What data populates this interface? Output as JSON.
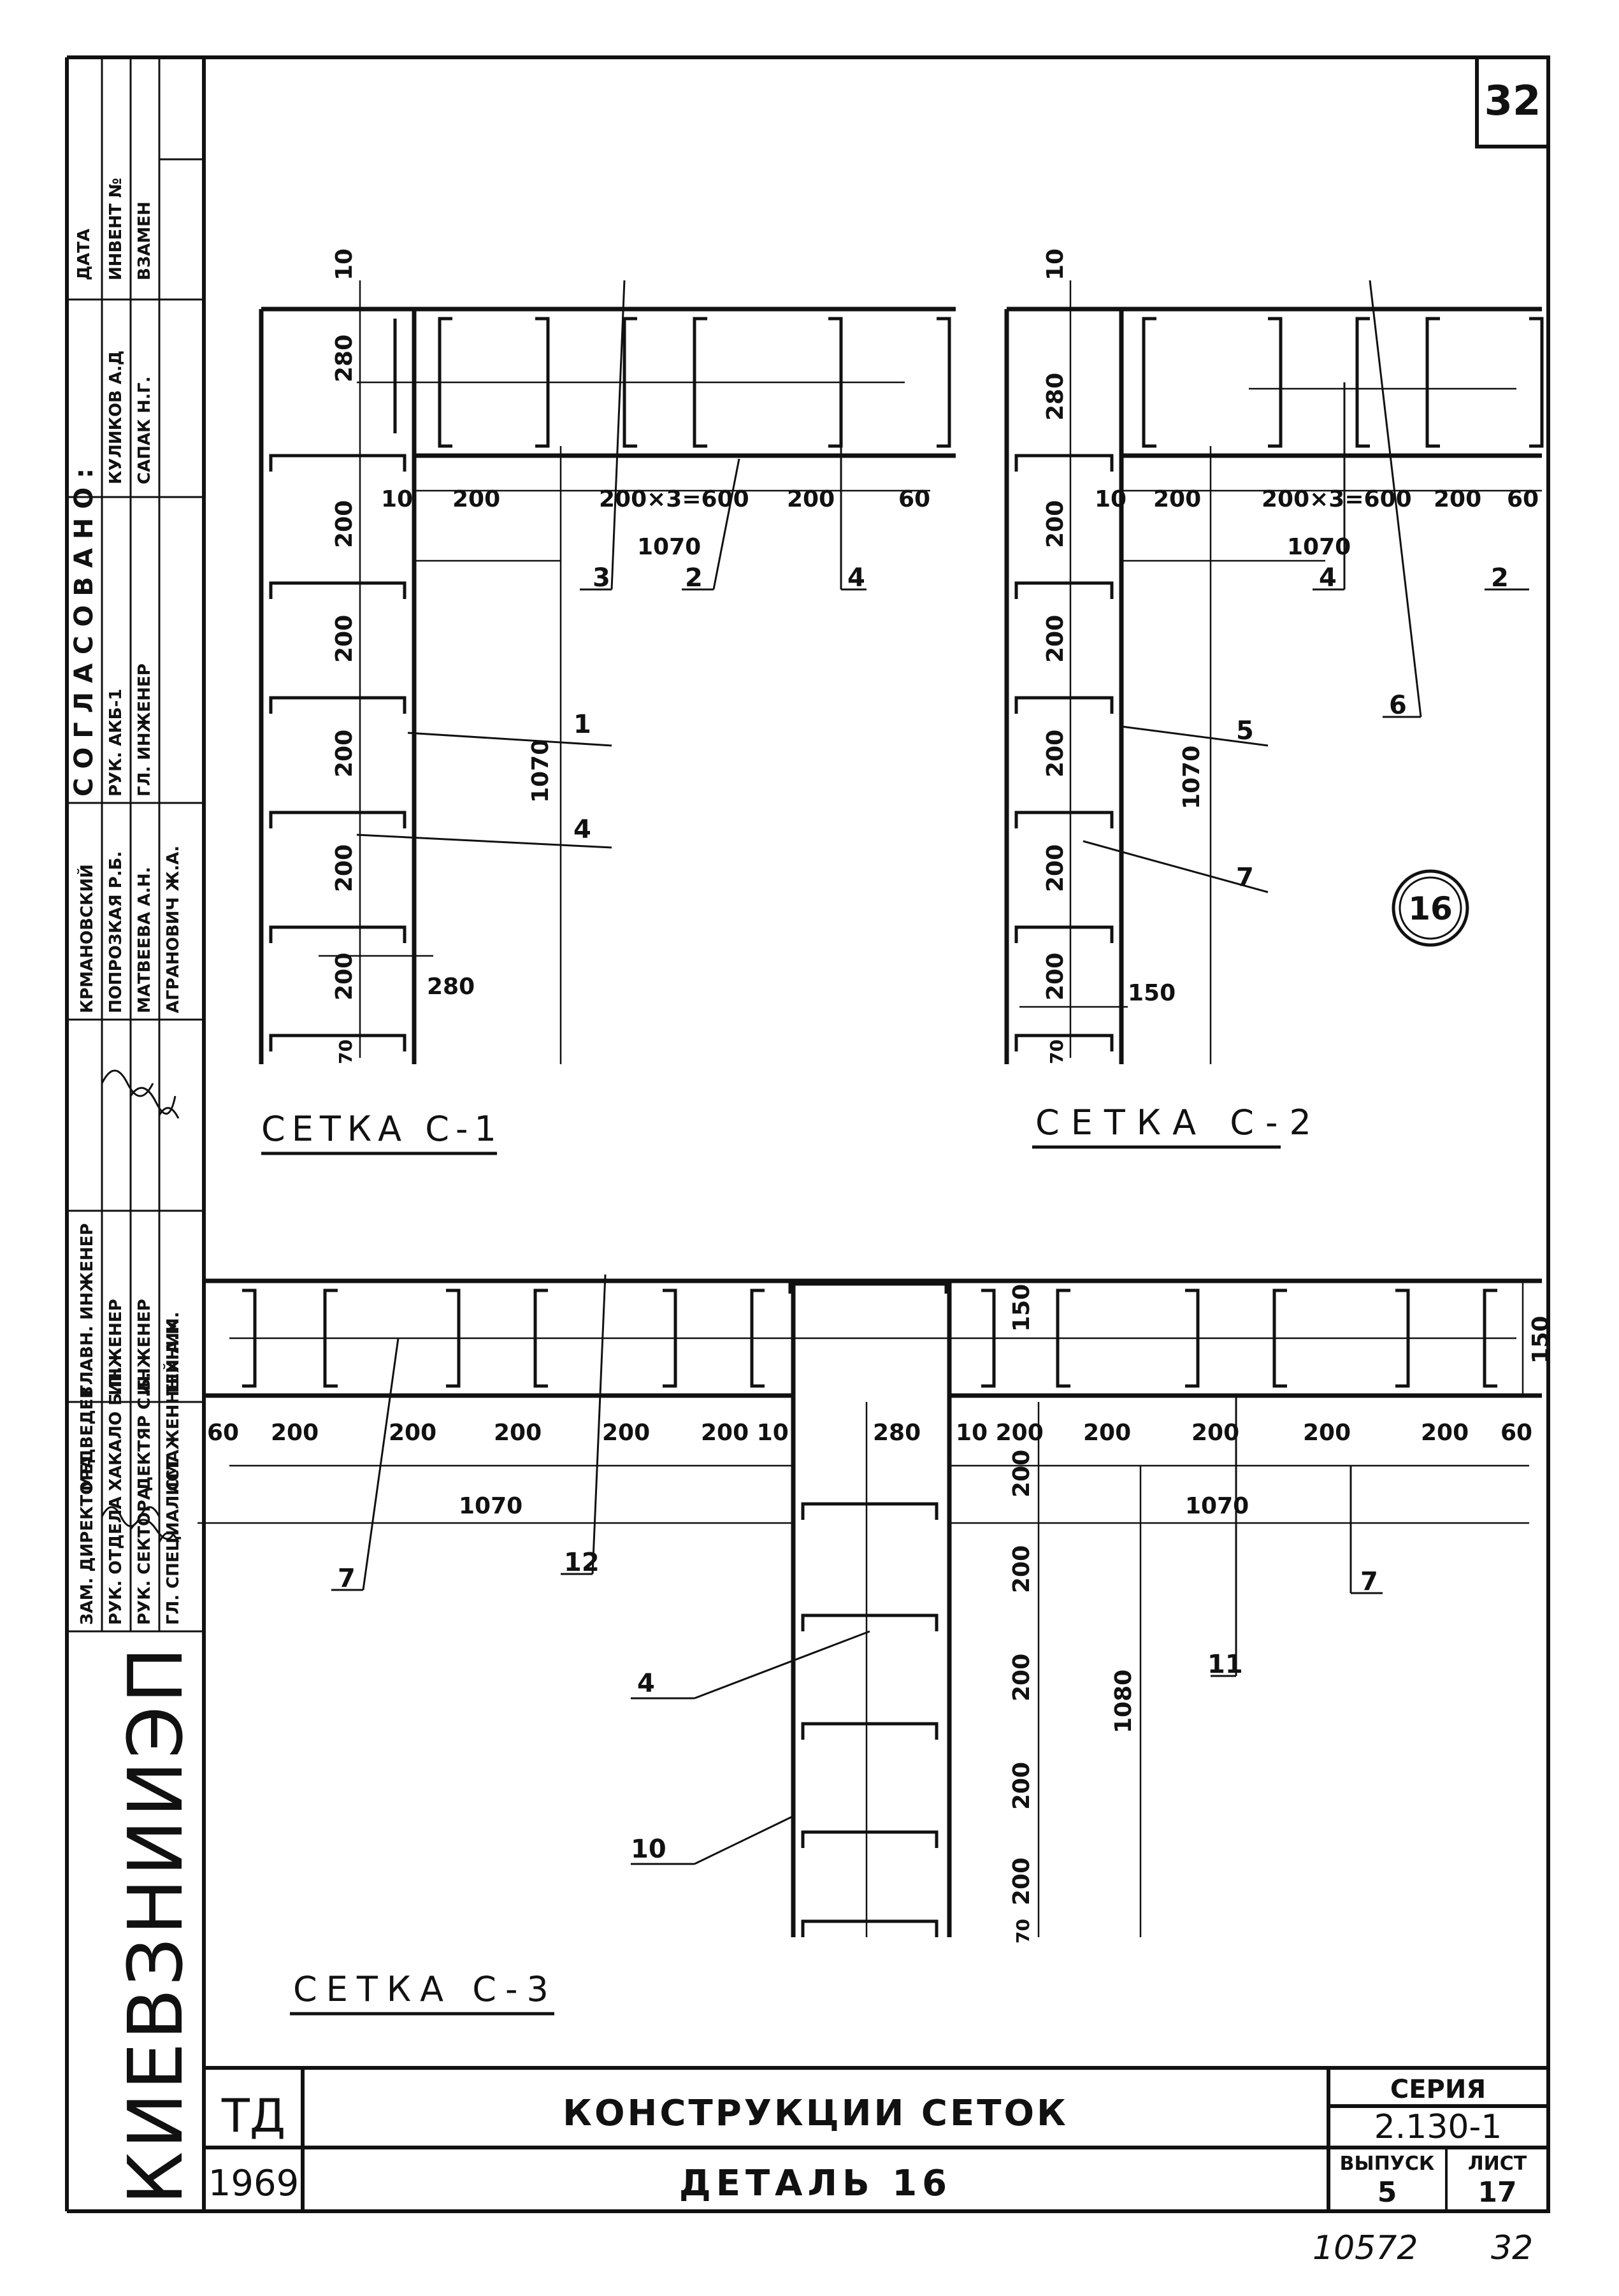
{
  "sheet_number": "32",
  "detail_marker": "16",
  "stamp": {
    "columns": [
      "ДАТА",
      "ИНВЕНТ №",
      "ВЗАМЕН"
    ],
    "agreed_header": "СОГЛАСОВАНО:",
    "agreed": [
      "КУЛИКОВ А.Д",
      "САПАК Н.Г."
    ],
    "agreed_roles": [
      "РУК. АКБ-1",
      "ГЛ. ИНЖЕНЕР"
    ],
    "persons": [
      {
        "role": "ЗАМ. ДИРЕКТОРА",
        "name": "МЕДВЕДЕВ",
        "position": "ГЛАВН. ИНЖЕНЕР"
      },
      {
        "role": "РУК. ОТДЕЛА",
        "name": "ХАКАЛО Б.П.",
        "position": "ИНЖЕНЕР"
      },
      {
        "role": "РУК. СЕКТОРА",
        "name": "ДЕКТЯР С.Б.",
        "position": "ИНЖЕНЕР"
      },
      {
        "role": "ГЛ. СПЕЦИАЛИСТ",
        "name": "СМАЖЕННЫЙ А.М.",
        "position": "ТЕХНИК"
      }
    ],
    "persons_upper": [
      "КРМАНОВСКИЙ",
      "ПОПРОЗКАЯ Р.Б.",
      "МАТВЕЕВА А.Н.",
      "АГРАНОВИЧ Ж.А."
    ],
    "organization": "КИЕВЗНИИЭП"
  },
  "views": {
    "c1": {
      "title": "СЕТКА С-1",
      "dims": {
        "top": "10",
        "side_280": "280",
        "s200": "200",
        "d10": "10",
        "beam_200": "200",
        "beam_600": "200×3=600",
        "beam_200b": "200",
        "beam_60": "60",
        "total": "1070",
        "vertical_total": "1070",
        "bottom_70": "70",
        "bottom_280": "280"
      },
      "callouts": [
        "3",
        "2",
        "4",
        "1",
        "4"
      ]
    },
    "c2": {
      "title": "СЕТКА С-2",
      "dims": {
        "top": "10",
        "side_280": "280",
        "s200": "200",
        "d10": "10",
        "beam_200": "200",
        "beam_600": "200×3=600",
        "beam_200b": "200",
        "beam_60": "60",
        "total": "1070",
        "vertical_total": "1070",
        "bottom_70": "70",
        "bottom_150": "150"
      },
      "callouts": [
        "4",
        "2",
        "6",
        "5",
        "7"
      ]
    },
    "c3": {
      "title": "СЕТКА С-3",
      "dims": {
        "d60": "60",
        "s200": "200",
        "d200_10": "200 10",
        "d280": "280",
        "d10_200": "10 200",
        "left_total": "1070",
        "right_total": "1070",
        "right_150": "150",
        "depth_150": "150",
        "vertical_total": "1080",
        "bottom_70": "70"
      },
      "callouts": [
        "7",
        "12",
        "11",
        "7",
        "4",
        "10"
      ]
    }
  },
  "title_block": {
    "code": "ТД",
    "year": "1969",
    "title": "КОНСТРУКЦИИ СЕТОК",
    "subtitle": "ДЕТАЛЬ 16",
    "series_label": "СЕРИЯ",
    "series_value": "2.130-1",
    "issue_label": "ВЫПУСК",
    "issue_value": "5",
    "sheet_label": "ЛИСТ",
    "sheet_value": "17"
  },
  "footer": {
    "inventory": "10572",
    "page": "32"
  }
}
